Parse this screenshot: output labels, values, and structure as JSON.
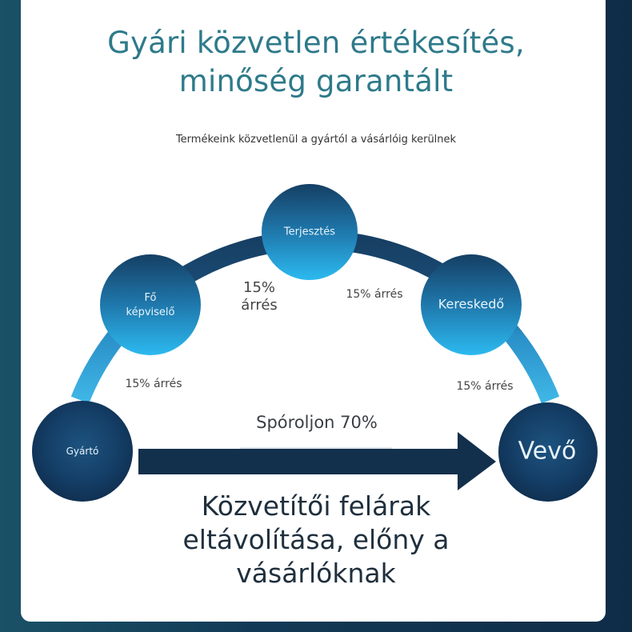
{
  "header": {
    "title_line1": "Gyári közvetlen értékesítés,",
    "title_line2": "minőség garantált",
    "subtitle": "Termékeink közvetlenül a gyártól a vásárlóig kerülnek"
  },
  "diagram": {
    "nodes": [
      {
        "id": "gyarto",
        "label": "Gyártó",
        "style": "dark"
      },
      {
        "id": "fo-kepviselo",
        "label_line1": "Fő",
        "label_line2": "képviselő",
        "style": "light"
      },
      {
        "id": "terjesztes",
        "label": "Terjesztés",
        "style": "light"
      },
      {
        "id": "kereskedo",
        "label": "Kereskedő",
        "style": "light"
      },
      {
        "id": "vevo",
        "label": "Vevő",
        "style": "dark"
      }
    ],
    "margins": [
      {
        "between": "Gyártó → Fő képviselő",
        "label": "15% árrés"
      },
      {
        "between": "Fő képviselő → Terjesztés",
        "label_line1": "15%",
        "label_line2": "árrés"
      },
      {
        "between": "Terjesztés → Kereskedő",
        "label": "15% árrés"
      },
      {
        "between": "Kereskedő → Vevő",
        "label": "15% árrés"
      }
    ],
    "direct_arrow_label": "Spóroljon 70%"
  },
  "footer": {
    "line1": "Közvetítői felárak",
    "line2": "eltávolítása, előny a",
    "line3": "vásárlóknak"
  },
  "colors": {
    "title": "#2e7a8a",
    "node_light_top": "#174a74",
    "node_light_bottom": "#2bb4ea",
    "node_dark": "#123a5e",
    "arrow": "#12304c",
    "arc_light": "#3aa8dc",
    "arc_dark": "#173f63"
  }
}
